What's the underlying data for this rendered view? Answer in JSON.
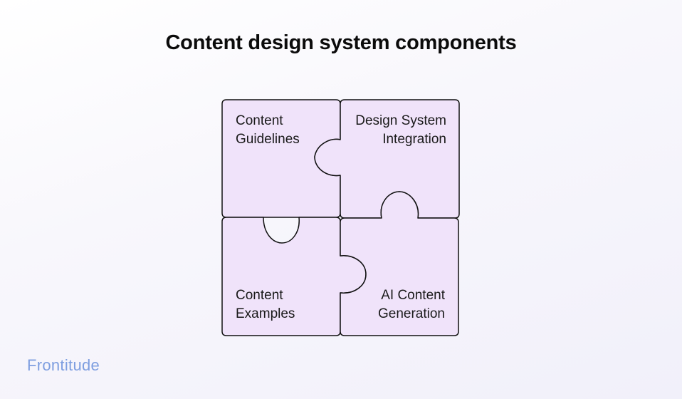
{
  "title": "Content design system components",
  "pieces": {
    "top_left": {
      "line1": "Content",
      "line2": "Guidelines"
    },
    "top_right": {
      "line1": "Design System",
      "line2": "Integration"
    },
    "bottom_left": {
      "line1": "Content",
      "line2": "Examples"
    },
    "bottom_right": {
      "line1": "AI Content",
      "line2": "Generation"
    }
  },
  "brand": "Frontitude",
  "colors": {
    "piece_fill": "#f0e3fa",
    "piece_stroke": "#111111",
    "brand": "#7e9ee0"
  }
}
